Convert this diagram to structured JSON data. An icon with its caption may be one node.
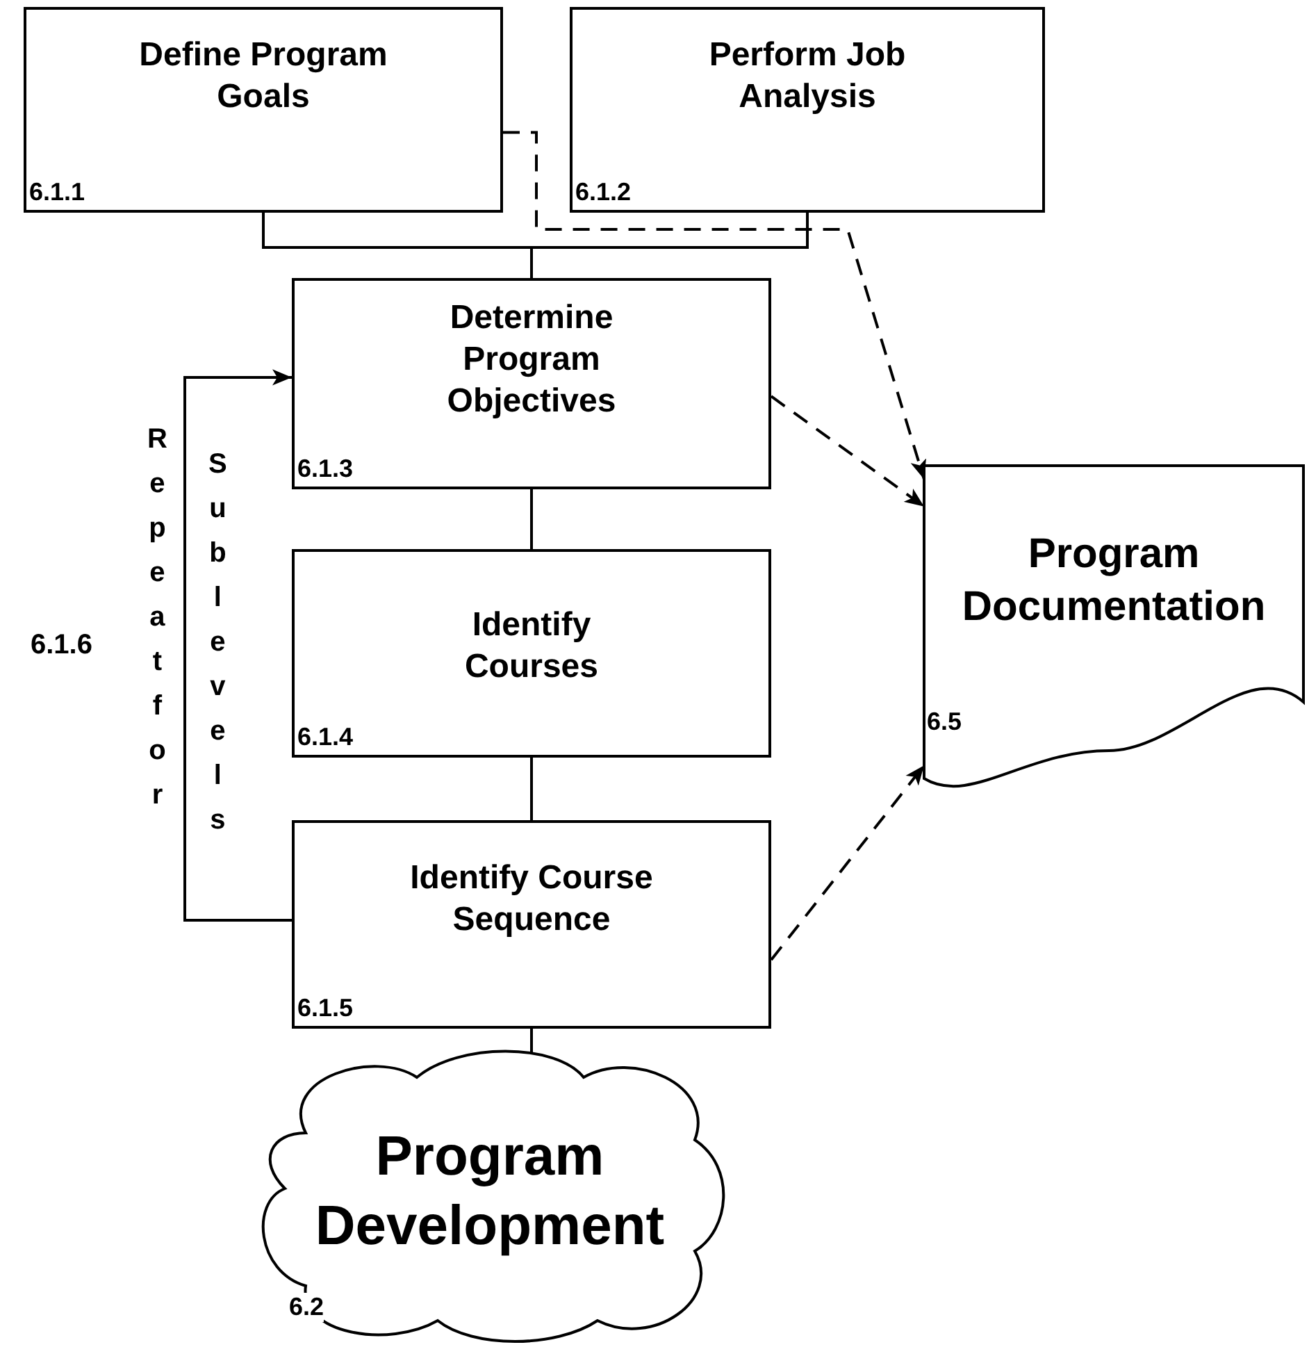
{
  "diagram": {
    "nodes": [
      {
        "text": [
          "Define Program Goals",
          "6.1.1"
        ]
      },
      {
        "text": [
          "Perform Job Analysis",
          "6.1.2"
        ]
      },
      {
        "text": [
          "Determine Program Objectives",
          "6.1.3"
        ]
      },
      {
        "text": [
          "Identify Courses",
          "6.1.4"
        ]
      },
      {
        "text": [
          "Identify Course Sequence",
          "6.1.5"
        ]
      },
      {
        "text": [
          "Program Development",
          "6.2"
        ]
      },
      {
        "text": [
          "Program Documentation",
          "6.5"
        ]
      }
    ],
    "edges": [
      {
        "from": 0,
        "to": 2,
        "arrow": "none"
      },
      {
        "from": 1,
        "to": 2,
        "arrow": "none"
      },
      {
        "from": 2,
        "to": 3,
        "arrow": "none"
      },
      {
        "from": 3,
        "to": 4,
        "arrow": "none"
      },
      {
        "from": 4,
        "to": 5,
        "arrow": "none"
      },
      {
        "from": 0,
        "to": 6,
        "arrow": "to",
        "style": "dashed"
      },
      {
        "from": 2,
        "to": 6,
        "arrow": "to",
        "style": "dashed"
      },
      {
        "from": 4,
        "to": 6,
        "arrow": "to",
        "style": "dashed"
      },
      {
        "from": 4,
        "to": 2,
        "arrow": "to"
      }
    ],
    "labels": [
      "Repeat for",
      "Sublevels",
      "6.1.6"
    ]
  }
}
